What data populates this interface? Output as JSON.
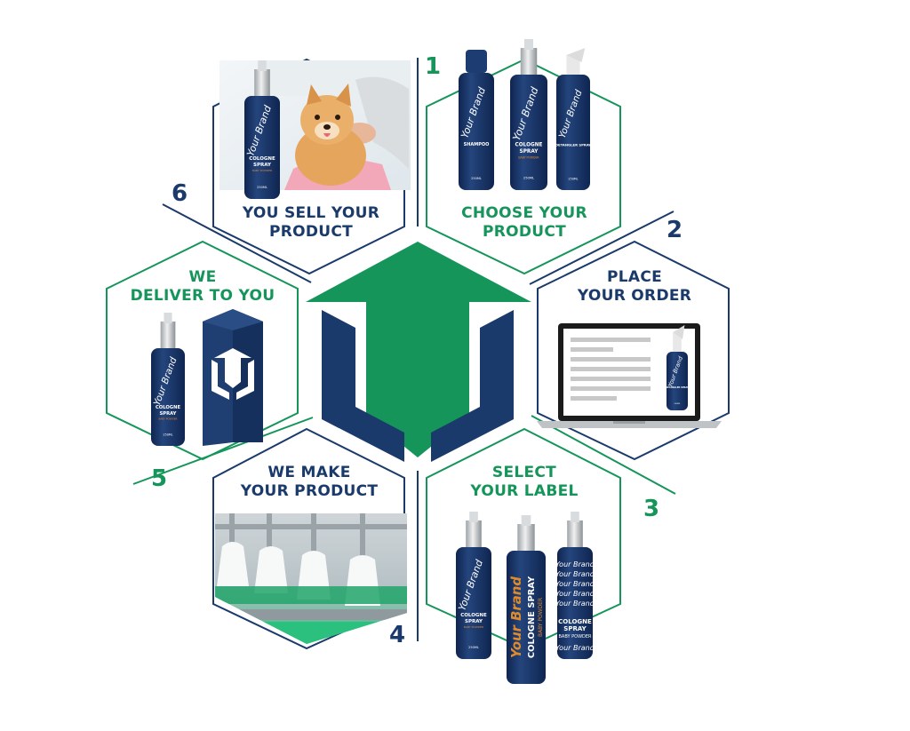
{
  "colors": {
    "navy": "#1a3a6b",
    "green": "#15955a",
    "grey": "#c8c8c8"
  },
  "steps": [
    {
      "number": "1",
      "line1": "CHOOSE YOUR",
      "line2": "PRODUCT",
      "title_color": "green",
      "number_color": "green"
    },
    {
      "number": "2",
      "line1": "PLACE",
      "line2": "YOUR ORDER",
      "title_color": "navy",
      "number_color": "navy"
    },
    {
      "number": "3",
      "line1": "SELECT",
      "line2": "YOUR LABEL",
      "title_color": "green",
      "number_color": "green"
    },
    {
      "number": "4",
      "line1": "WE MAKE",
      "line2": "YOUR PRODUCT",
      "title_color": "navy",
      "number_color": "navy"
    },
    {
      "number": "5",
      "line1": "WE",
      "line2": "DELIVER TO YOU",
      "title_color": "green",
      "number_color": "green"
    },
    {
      "number": "6",
      "line1": "YOU SELL YOUR",
      "line2": "PRODUCT",
      "title_color": "navy",
      "number_color": "navy"
    }
  ],
  "bottle_text": {
    "brand": "Your Brand",
    "cologne_line1": "COLOGNE",
    "cologne_line2": "SPRAY",
    "shampoo": "SHAMPOO",
    "detangler": "DETANGLER SPRAY",
    "cologne_spray": "COLOGNE SPRAY",
    "scent": "BABY POWDER",
    "volume": "250ML"
  },
  "icons": {
    "center_logo": "uti-arrow-logo-icon",
    "laptop": "laptop-icon",
    "dog_photo": "dog-photo",
    "factory_photo": "bottling-line-photo",
    "box": "shipping-box-icon"
  }
}
